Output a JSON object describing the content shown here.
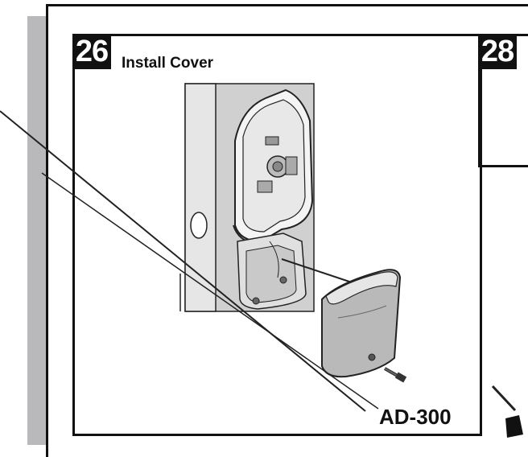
{
  "steps": [
    {
      "number": "26",
      "title": "Install Cover"
    },
    {
      "number": "28",
      "title": ""
    }
  ],
  "callout": {
    "model": "AD-300"
  },
  "colors": {
    "ink": "#111111",
    "strip": "#b9b9bb",
    "door_edge": "#c8c8c8",
    "door_face": "#d7d7d7"
  }
}
